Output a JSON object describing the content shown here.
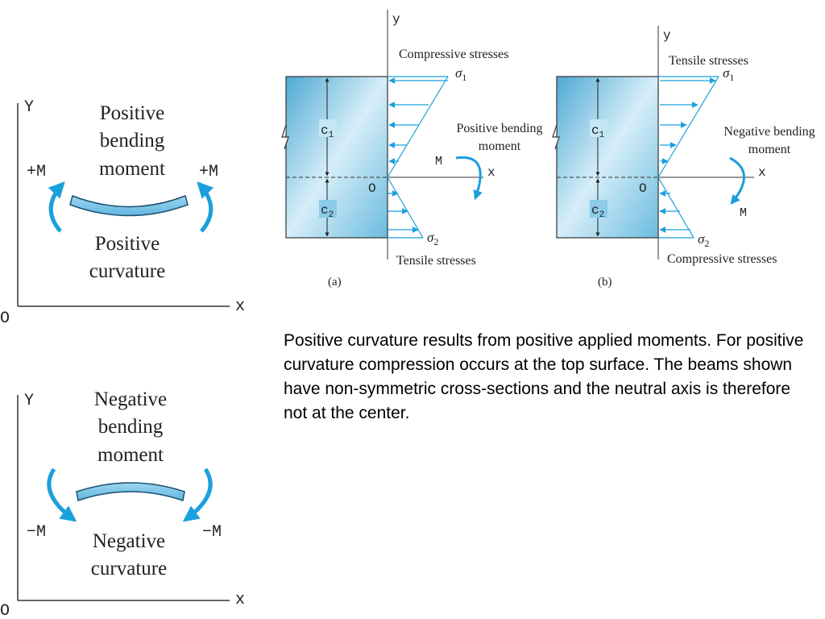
{
  "left_top": {
    "y_axis": "Y",
    "x_axis": "x",
    "origin": "O",
    "title_lines": [
      "Positive",
      "bending",
      "moment"
    ],
    "moment_left": "+M",
    "moment_right": "+M",
    "curvature_lines": [
      "Positive",
      "curvature"
    ]
  },
  "left_bottom": {
    "y_axis": "Y",
    "x_axis": "x",
    "origin": "O",
    "title_lines": [
      "Negative",
      "bending",
      "moment"
    ],
    "moment_left": "−M",
    "moment_right": "−M",
    "curvature_lines": [
      "Negative",
      "curvature"
    ]
  },
  "panel_a": {
    "y_axis": "y",
    "x_axis": "x",
    "origin": "O",
    "top_label": "Compressive stresses",
    "bottom_label": "Tensile stresses",
    "sigma1": "σ",
    "sigma1_sub": "1",
    "sigma2": "σ",
    "sigma2_sub": "2",
    "c1": "c",
    "c1_sub": "1",
    "c2": "c",
    "c2_sub": "2",
    "moment_lines": [
      "Positive bending",
      "moment"
    ],
    "moment_symbol": "M",
    "panel_label": "(a)"
  },
  "panel_b": {
    "y_axis": "y",
    "x_axis": "x",
    "origin": "O",
    "top_label": "Tensile stresses",
    "bottom_label": "Compressive stresses",
    "sigma1": "σ",
    "sigma1_sub": "1",
    "sigma2": "σ",
    "sigma2_sub": "2",
    "c1": "c",
    "c1_sub": "1",
    "c2": "c",
    "c2_sub": "2",
    "moment_lines": [
      "Negative bending",
      "moment"
    ],
    "moment_symbol": "M",
    "panel_label": "(b)"
  },
  "caption": "Positive curvature results from positive applied moments.  For positive curvature compression occurs at the top surface.  The beams shown have non-symmetric cross-sections and the neutral axis is therefore not at the center.",
  "colors": {
    "accent": "#1aa0dc",
    "beam_dark": "#5fb3d8",
    "beam_light": "#d9f0fa",
    "line": "#444444"
  }
}
